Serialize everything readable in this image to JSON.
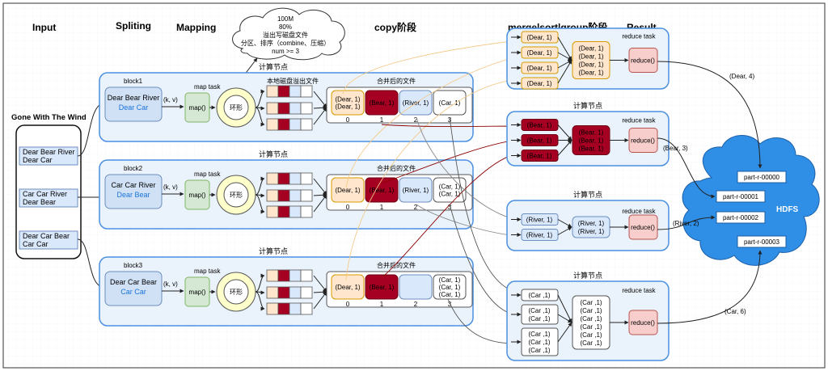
{
  "headers": {
    "input": "Input",
    "spliting": "Spliting",
    "mapping": "Mapping",
    "copy": "copy阶段",
    "merge": "merge|sort|group阶段",
    "result": "Result"
  },
  "cloud_note": [
    "100M",
    "80%",
    "溢出写磁盘文件",
    "分区、排序（combine、压缩）",
    "num >= 3"
  ],
  "input_file": {
    "title": "Gone With The Wind",
    "lines": [
      [
        "Dear Bear River",
        "Dear Car"
      ],
      [
        "Car Car River",
        "Dear Bear"
      ],
      [
        "Dear Car Bear",
        "Car Car"
      ]
    ]
  },
  "compute_node_label": "计算节点",
  "local_spill_label": "本地磁盘溢出文件",
  "merged_file_label": "合并后的文件",
  "kv_label": "(k, v)",
  "map_task_label": "map task",
  "map_fn": "map()",
  "ring_label": "环形",
  "map_nodes": [
    {
      "block": "block1",
      "text1": "Dear Bear River",
      "text2": "Dear Car",
      "cells": [
        [
          "(Dear, 1)",
          "(Dear, 1)"
        ],
        [
          "(Bear, 1)"
        ],
        [
          "(River, 1)"
        ],
        [
          "(Car, 1)"
        ]
      ],
      "indices": [
        "0",
        "1",
        "2",
        "3"
      ]
    },
    {
      "block": "block2",
      "text1": "Car Car River",
      "text2": "Dear Bear",
      "cells": [
        [
          "(Dear, 1)"
        ],
        [
          "(Bear, 1)"
        ],
        [
          "(River, 1)"
        ],
        [
          "(Car, 1)",
          "(Car, 1)"
        ]
      ],
      "indices": [
        "0",
        "1",
        "2",
        "3"
      ]
    },
    {
      "block": "block3",
      "text1": "Dear Car Bear",
      "text2": "Car Car",
      "cells": [
        [
          "(Dear, 1)"
        ],
        [
          "(Bear, 1)"
        ],
        [],
        [
          "(Car, 1)",
          "(Car, 1)",
          "(Car, 1)"
        ]
      ],
      "indices": [
        "0",
        "1",
        "2",
        "3"
      ]
    }
  ],
  "reduce_task_label": "reduce task",
  "reduce_fn": "reduce()",
  "reduce_nodes": [
    {
      "inputs": [
        [
          "(Dear, 1)"
        ],
        [
          "(Dear, 1)"
        ],
        [
          "(Dear, 1)"
        ],
        [
          "(Dear, 1)"
        ]
      ],
      "grouped": [
        "(Dear, 1)",
        "(Dear, 1)",
        "(Dear, 1)",
        "(Dear, 1)"
      ],
      "output": "(Dear, 4)"
    },
    {
      "inputs": [
        [
          "(Bear, 1)"
        ],
        [
          "(Bear, 1)"
        ],
        [
          "(Bear, 1)"
        ]
      ],
      "grouped": [
        "(Bear, 1)",
        "(Bear, 1)",
        "(Bear, 1)"
      ],
      "output": "(Bear, 3)"
    },
    {
      "inputs": [
        [
          "(River, 1)"
        ],
        [
          "(River, 1)"
        ]
      ],
      "grouped": [
        "(River, 1)",
        "(River, 1)"
      ],
      "output": "(River, 2)"
    },
    {
      "inputs": [
        [
          "(Car ,1)"
        ],
        [
          "(Car ,1)",
          "(Car ,1)"
        ],
        [
          "(Car ,1)",
          "(Car ,1)",
          "(Car ,1)"
        ]
      ],
      "grouped": [
        "(Car ,1)",
        "(Car ,1)",
        "(Car ,1)",
        "(Car ,1)",
        "(Car ,1)",
        "(Car ,1)"
      ],
      "output": "(Car, 6)"
    }
  ],
  "hdfs": {
    "label": "HDFS",
    "parts": [
      "part-r-00000",
      "part-r-00001",
      "part-r-00002",
      "part-r-00003"
    ]
  },
  "colors": {
    "node_border": "#4a90e2",
    "node_fill": "#eaf3fb",
    "split_fill": "#d0e1f6",
    "map_fill": "#d5e8d4",
    "ring_fill": "#ffffcc",
    "dear_fill": "#ffe6cc",
    "bear_fill": "#a50021",
    "river_fill": "#dae8fc",
    "reduce_fill": "#f8cecc",
    "hdfs_fill": "#2f8ee5"
  }
}
